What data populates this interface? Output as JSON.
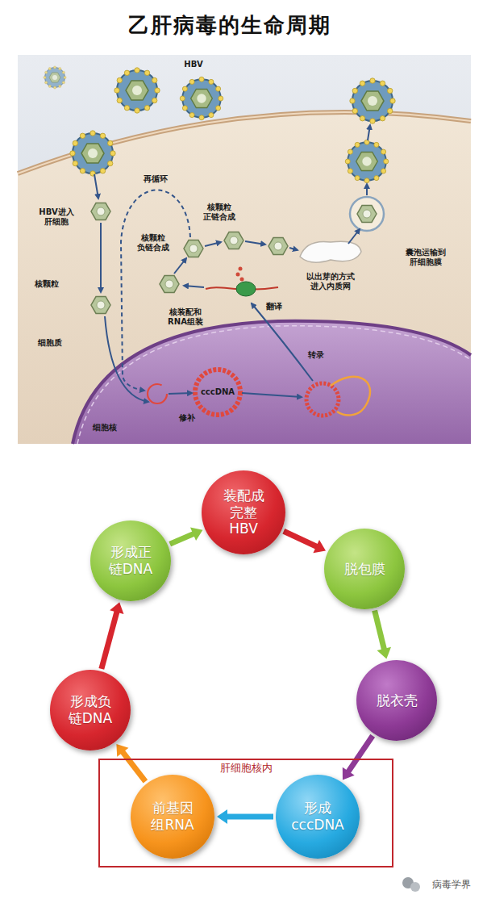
{
  "diagram": {
    "title": "乙肝病毒的生命周期",
    "nodes": [
      {
        "text": [
          "装配成 完整 HBV"
        ]
      },
      {
        "text": [
          "形成正 链DNA"
        ]
      },
      {
        "text": [
          "脱包膜"
        ]
      },
      {
        "text": [
          "形成负 链DNA"
        ]
      },
      {
        "text": [
          "脱衣壳"
        ]
      },
      {
        "text": [
          "肝细胞核内"
        ]
      },
      {
        "text": [
          "前基因 组RNA"
        ],
        "in": 5
      },
      {
        "text": [
          "形成 cccDNA"
        ],
        "in": 5
      }
    ],
    "edges": [
      {
        "from": 0,
        "to": 2,
        "arrow": "to"
      },
      {
        "from": 2,
        "to": 4,
        "arrow": "to"
      },
      {
        "from": 4,
        "to": 7,
        "arrow": "to"
      },
      {
        "from": 7,
        "to": 6,
        "arrow": "to"
      },
      {
        "from": 6,
        "to": 3,
        "arrow": "to"
      },
      {
        "from": 3,
        "to": 1,
        "arrow": "to"
      },
      {
        "from": 1,
        "to": 0,
        "arrow": "to"
      }
    ],
    "labels": [
      "HBV",
      "再循环",
      "HBV进入 肝细胞",
      "核颗粒 正链合成",
      "核颗粒 负链合成",
      "以出芽的方式 进入内质网",
      "囊泡运输到 肝细胞膜",
      "核颗粒",
      "核装配和 RNA组装",
      "翻译",
      "细胞质",
      "转录",
      "cccDNA",
      "修补",
      "细胞核",
      "病毒学界"
    ]
  }
}
